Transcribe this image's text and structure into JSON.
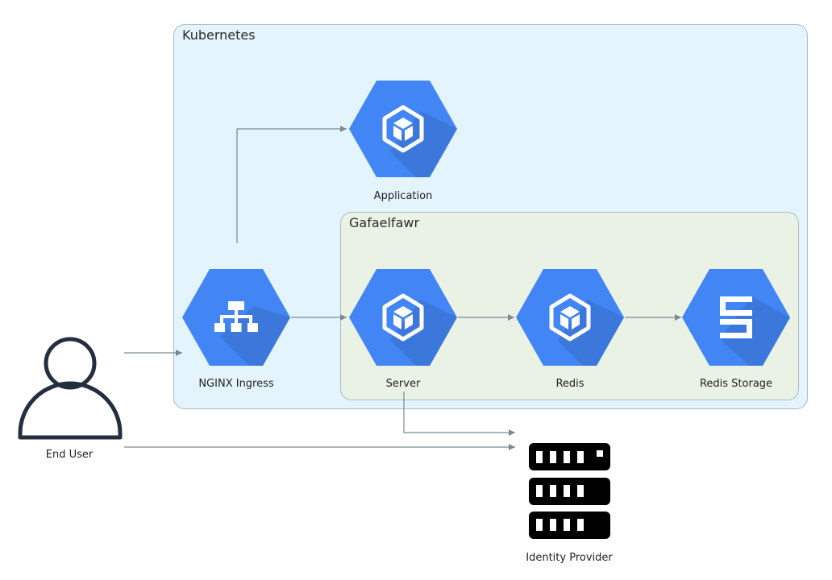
{
  "clusters": {
    "kubernetes": "Kubernetes",
    "gafaelfawr": "Gafaelfawr"
  },
  "nodes": {
    "application": "Application",
    "nginx_ingress": "NGINX Ingress",
    "server": "Server",
    "redis": "Redis",
    "redis_storage": "Redis Storage",
    "end_user": "End User",
    "identity_provider": "Identity Provider"
  },
  "colors": {
    "hexagon": "#4285f4",
    "hexagon_shadow": "#3b73d4",
    "kubernetes_bg": "#e3f4fc",
    "gafaelfawr_bg": "#eaf2e6",
    "edge": "#7b8894",
    "user": "#232f3e"
  },
  "icons": {
    "application": "cube-icon",
    "nginx_ingress": "network-hierarchy-icon",
    "server": "cube-icon",
    "redis": "cube-icon",
    "redis_storage": "storage-icon",
    "end_user": "user-icon",
    "identity_provider": "server-rack-icon"
  }
}
